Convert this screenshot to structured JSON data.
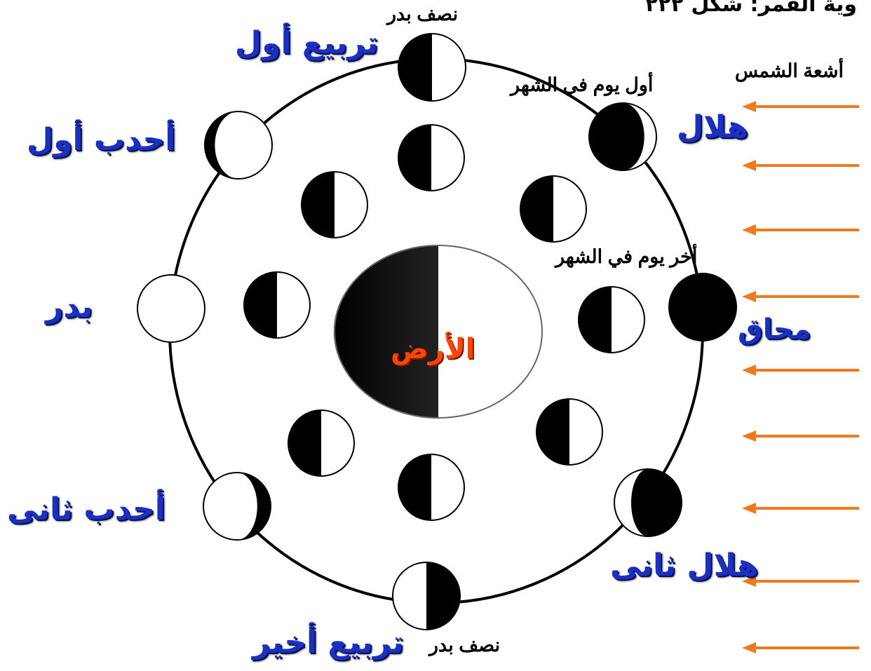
{
  "header_fragment": "وية القمر: شكل ٢٢٢",
  "sun_rays_label": "أشعة الشمس",
  "earth_label": "الأرض",
  "phases": {
    "new_moon": "محاق",
    "waxing_crescent": "هلال",
    "first_quarter": "تربيع أول",
    "waxing_gibbous": "أحدب أول",
    "full_moon": "بدر",
    "waning_gibbous": "أحدب ثانى",
    "last_quarter": "تربيع أخير",
    "waning_crescent": "هلال ثانى"
  },
  "notes": {
    "half_moon_top": "نصف بدر",
    "half_moon_bottom": "نصف بدر",
    "first_day": "أول يوم في الشهر",
    "last_day": "أخر يوم في الشهر"
  },
  "colors": {
    "phase_label": "#1a2fc4",
    "earth_label": "#ff4500",
    "arrow": "#f07a1a",
    "moon_dark": "#000000",
    "moon_lit": "#ffffff"
  }
}
